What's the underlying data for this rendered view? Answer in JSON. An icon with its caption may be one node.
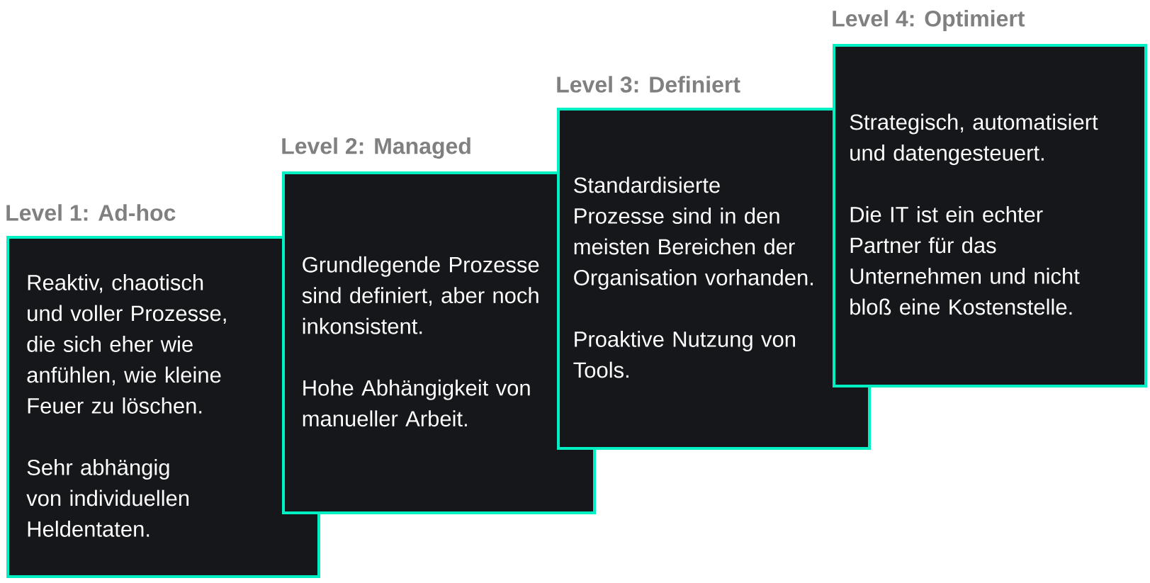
{
  "diagram": {
    "nodes": [
      {
        "text": [
          "Level 1: Ad-hoc",
          "Reaktiv, chaotisch und voller Prozesse, die sich eher wie anfühlen, wie kleine Feuer zu löschen.",
          "Sehr abhängig von individuellen Heldentaten."
        ]
      },
      {
        "text": [
          "Level 2: Managed",
          "Grundlegende Prozesse sind definiert, aber noch inkonsistent.",
          "Hohe Abhängigkeit von manueller Arbeit."
        ]
      },
      {
        "text": [
          "Level 3: Definiert",
          "Standardisierte Prozesse sind in den meisten Bereichen der Organisation vorhanden.",
          "Proaktive Nutzung von Tools."
        ]
      },
      {
        "text": [
          "Level 4: Optimiert",
          "Strategisch, automatisiert und datengesteuert.",
          "Die IT ist ein echter Partner für das Unternehmen und nicht bloß eine Kostenstelle."
        ]
      }
    ]
  }
}
